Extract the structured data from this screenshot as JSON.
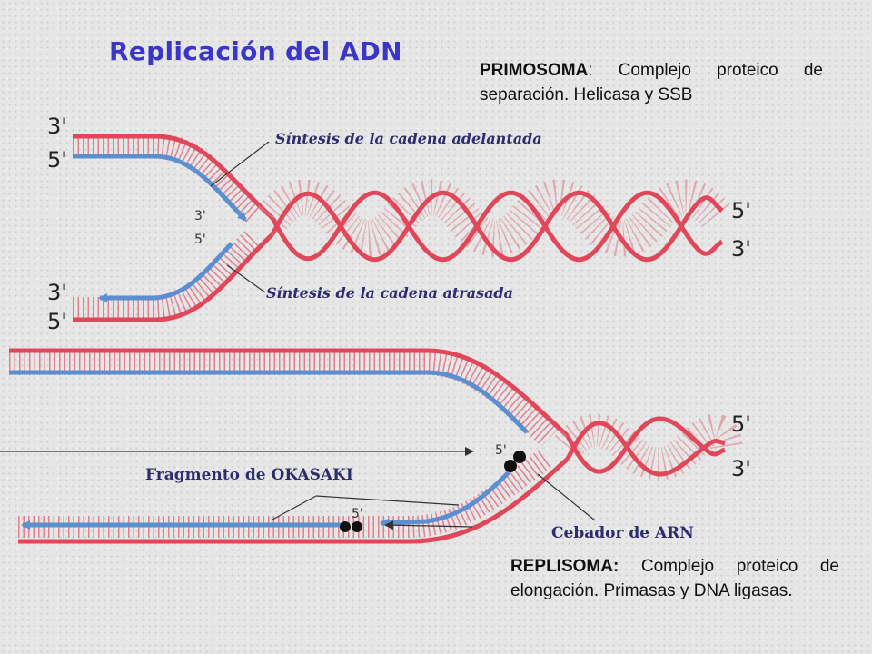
{
  "title": "Replicación del ADN",
  "primosoma": {
    "term": "PRIMOSOMA",
    "description": ": Complejo proteico de separación. Helicasa y SSB"
  },
  "replisoma": {
    "term": "REPLISOMA:",
    "description": " Complejo proteico de elongación. Primasas y DNA ligasas."
  },
  "top_diagram": {
    "label_leading": "Síntesis de la cadena adelantada",
    "label_lagging": "Síntesis de la cadena atrasada",
    "left_upper_3": "3'",
    "left_upper_5": "5'",
    "left_lower_3": "3'",
    "left_lower_5": "5'",
    "right_5": "5'",
    "right_3": "3'",
    "center_3": "3'",
    "center_5": "5'"
  },
  "bottom_diagram": {
    "label_okazaki": "Fragmento de OKASAKI",
    "label_primer": "Cebador de ARN",
    "right_5": "5'",
    "right_3": "3'",
    "small_5a": "5'",
    "small_5b": "5'"
  },
  "colors": {
    "red_strand": "#e0485a",
    "blue_strand": "#5c8fd0",
    "title": "#3b36c8",
    "label": "#2d2d6e"
  }
}
